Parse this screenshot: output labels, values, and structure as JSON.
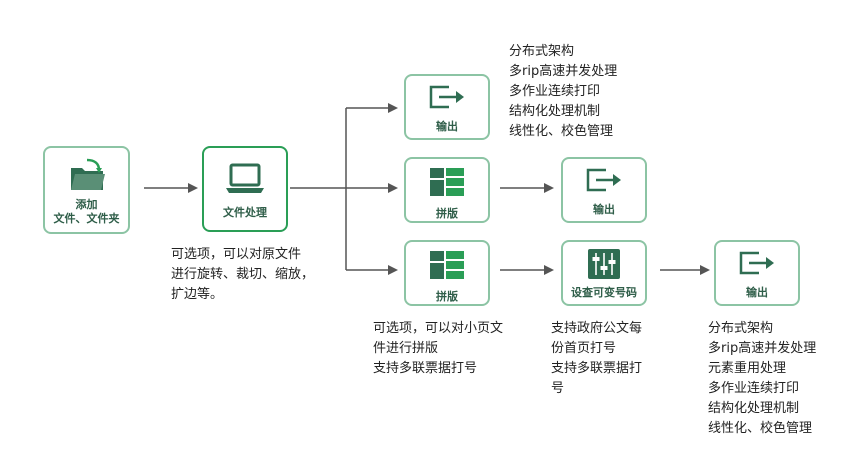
{
  "nodes": {
    "add": {
      "line1": "添加",
      "line2": "文件、文件夹"
    },
    "process": {
      "label": "文件处理"
    },
    "output_top": {
      "label": "输出"
    },
    "impose_mid": {
      "label": "拼版"
    },
    "output_mid": {
      "label": "输出"
    },
    "impose_bottom": {
      "label": "拼版"
    },
    "numbering": {
      "label": "设查可变号码"
    },
    "output_bottom": {
      "label": "输出"
    }
  },
  "notes": {
    "top": [
      "分布式架构",
      "多rip高速并发处理",
      "多作业连续打印",
      "结构化处理机制",
      "线性化、校色管理"
    ],
    "process": [
      "可选项，可以对原文件",
      "进行旋转、裁切、缩放，",
      "扩边等。"
    ],
    "impose": [
      "可选项，可以对小页文",
      "件进行拼版",
      "支持多联票据打号"
    ],
    "numbering": [
      "支持政府公文每",
      "份首页打号",
      "支持多联票据打",
      "号"
    ],
    "output_bottom": [
      "分布式架构",
      "多rip高速并发处理",
      "元素重用处理",
      "多作业连续打印",
      "结构化处理机制",
      "线性化、校色管理"
    ]
  },
  "colors": {
    "icon_dark": "#2f6d52",
    "icon_green": "#2a9e56",
    "border_light": "#8cc4a4",
    "arrow": "#555555"
  }
}
